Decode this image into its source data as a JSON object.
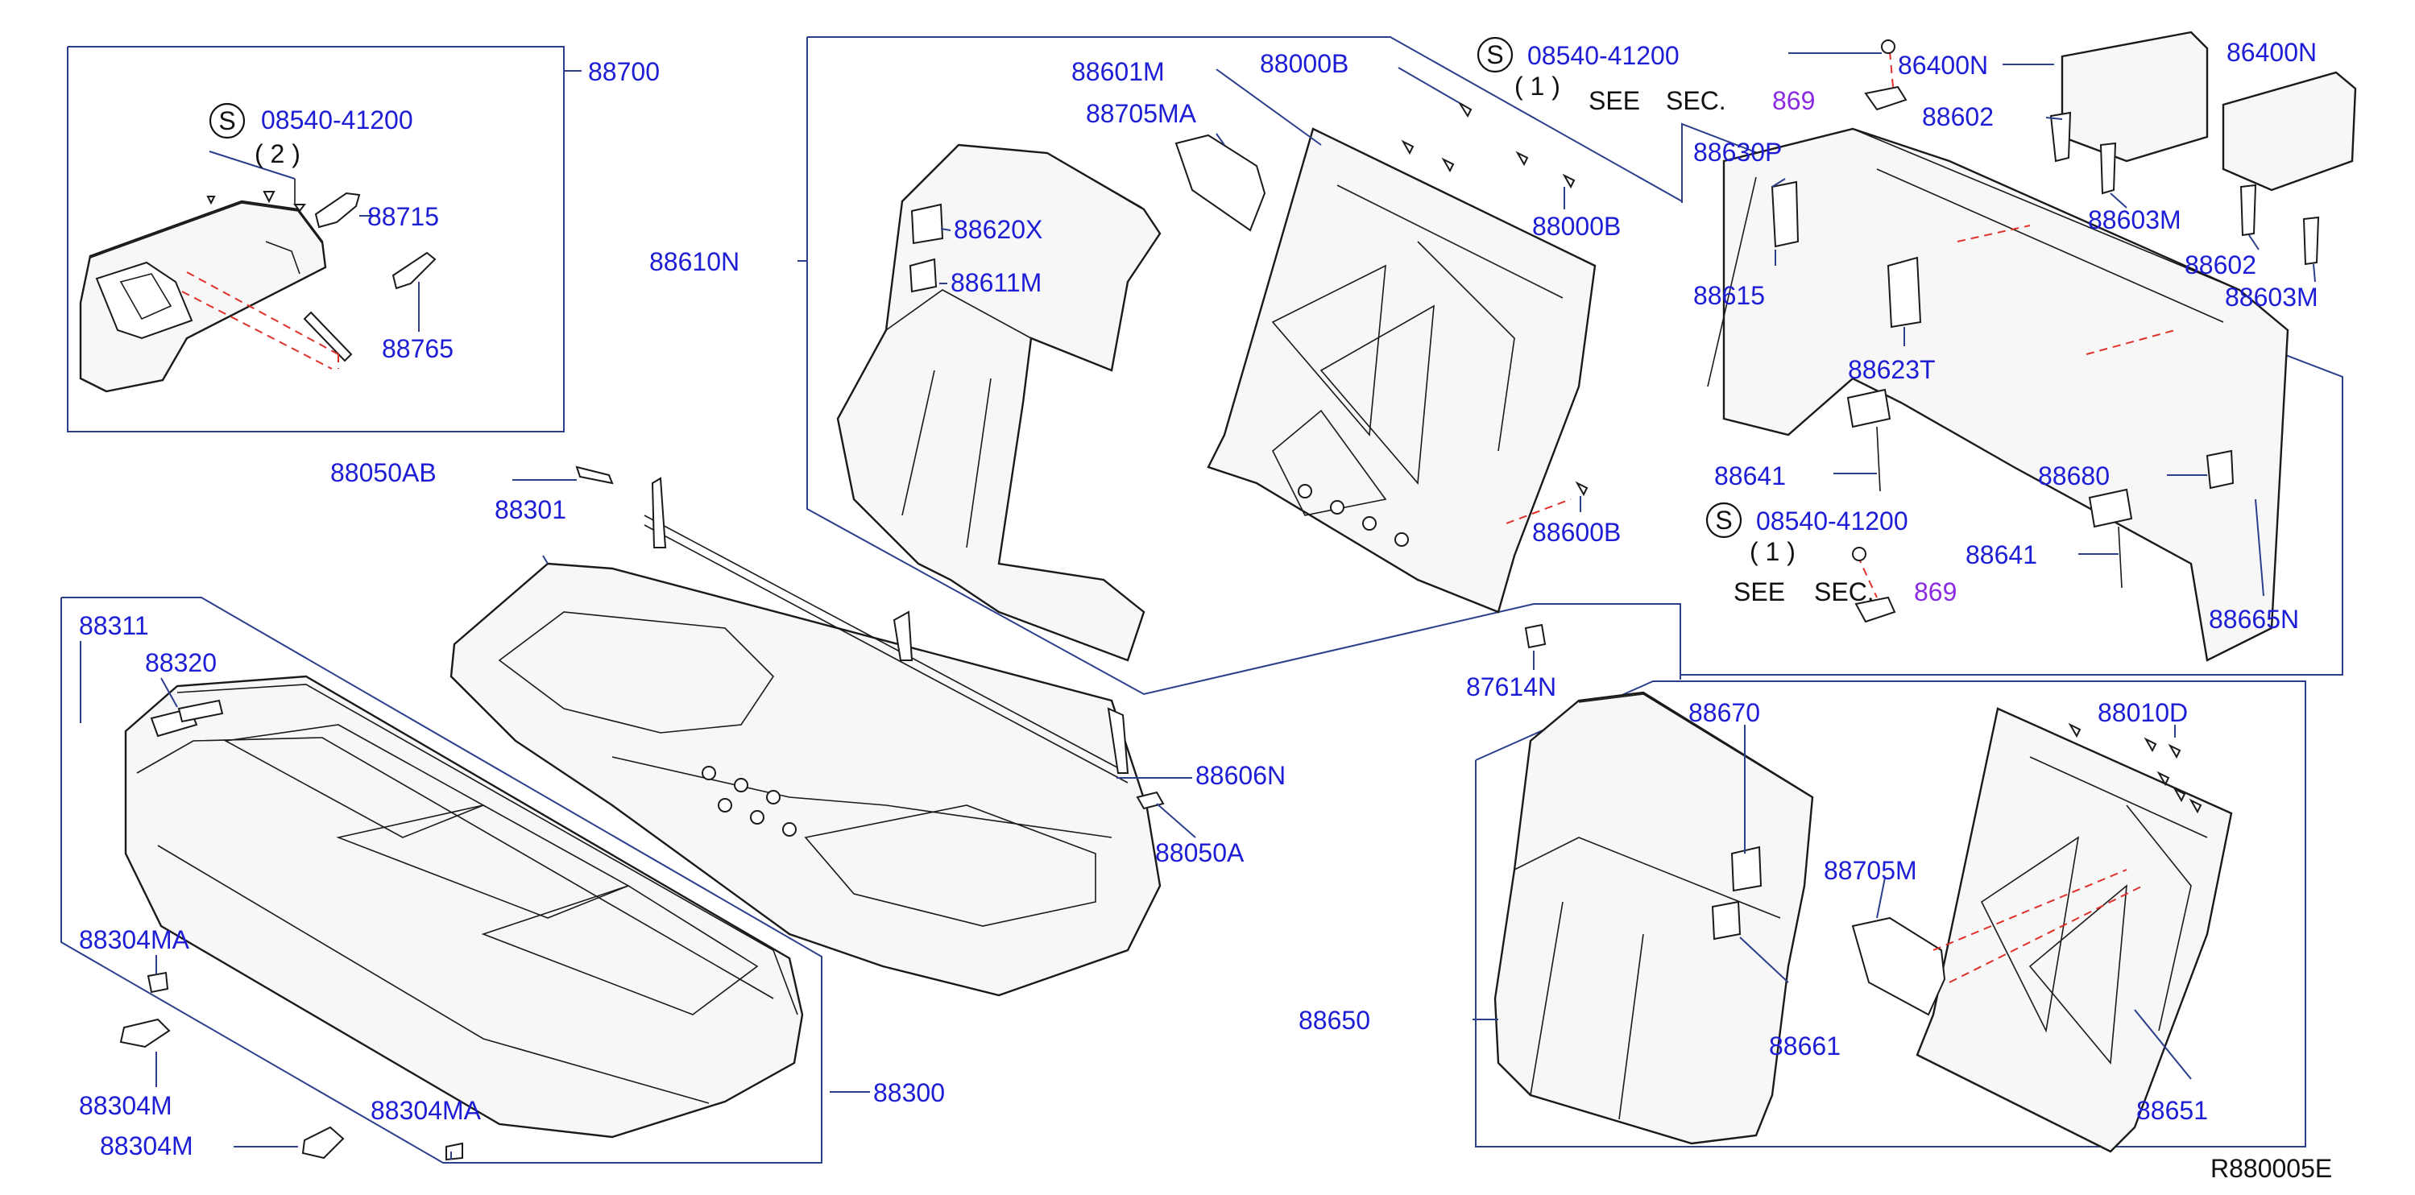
{
  "labels": {
    "p88700": "88700",
    "s_code_a": "08540-41200",
    "qty_a": "( 2 )",
    "p88715": "88715",
    "p88765": "88765",
    "p88050AB": "88050AB",
    "p88301": "88301",
    "p88311": "88311",
    "p88320": "88320",
    "p88304MA_a": "88304MA",
    "p88304M_a": "88304M",
    "p88304M_b": "88304M",
    "p88304MA_b": "88304MA",
    "p88300": "88300",
    "p88606N": "88606N",
    "p88050A": "88050A",
    "p88610N": "88610N",
    "p88601M": "88601M",
    "p88000B_a": "88000B",
    "p88705MA": "88705MA",
    "p88620X": "88620X",
    "p88611M": "88611M",
    "p88000B_b": "88000B",
    "p88600B": "88600B",
    "p87614N": "87614N",
    "s_code_b": "08540-41200",
    "qty_b": "( 1 )",
    "see_b": "SEE",
    "sec_b": "SEC.",
    "ref_b": "869",
    "p86400N_a": "86400N",
    "p86400N_b": "86400N",
    "p88602_a": "88602",
    "p88603M_a": "88603M",
    "p88602_b": "88602",
    "p88603M_b": "88603M",
    "p88630P": "88630P",
    "p88615": "88615",
    "p88623T": "88623T",
    "p88641_a": "88641",
    "p88680": "88680",
    "s_code_c": "08540-41200",
    "qty_c": "( 1 )",
    "see_c": "SEE",
    "sec_c": "SEC.",
    "ref_c": "869",
    "p88641_b": "88641",
    "p88665N": "88665N",
    "p88670": "88670",
    "p88010D": "88010D",
    "p88705M": "88705M",
    "p88650": "88650",
    "p88661": "88661",
    "p88651": "88651",
    "drawing_no": "R880005E",
    "s_symbol": "S"
  },
  "colors": {
    "label_blue": "#1d1dd6",
    "leader_blue": "#2b3f8c",
    "reference_purple": "#8a2be2",
    "hidden_line_red": "#e0302a",
    "part_outline": "#1a1a1a"
  }
}
